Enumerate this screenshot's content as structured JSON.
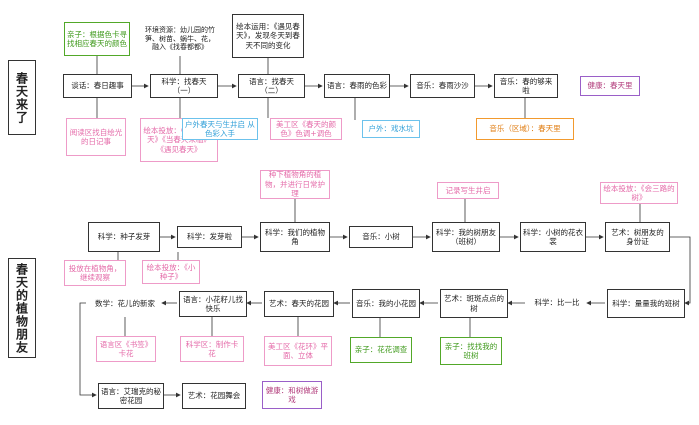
{
  "sections": {
    "spring_came": "春天来了",
    "plant_friends": "春天的植物朋友"
  },
  "row1": {
    "talk": "谈话：春日趣事",
    "sci_find1": "科学：找春天（一）",
    "lang_find2": "语言：找春天（二）",
    "lang_rain": "语言：春雨的色彩",
    "music_rain": "音乐：春雨沙沙",
    "music_come": "音乐：春的够来啦",
    "health": "健康：春天里",
    "env": "环境资源：幼儿园的竹笋、树苗、蜗牛、花，融入《找春都都》",
    "book_app": "绘本运用：《遇见春天》，发现冬天到春天不同的变化",
    "parent": "亲子：根据色卡寻找相应春天的颜色",
    "outdoor_find": "户外春天与生井启  从色彩入手",
    "art_area": "美工区《春天的颜色》色调+调色",
    "outdoor_water": "户外：戏水坑",
    "music_area": "音乐（区域）：春天里",
    "reading_area": "阅读区找自绘光的日记事",
    "book_pick": "绘本投放：《小牛的春天》《当春天来临》《遇见春天》"
  },
  "row2": {
    "seed": "科学：种子发芽",
    "sprout": "科学：发芽啦",
    "plants": "科学：我们的植物角",
    "tree": "音乐：小树",
    "friend": "科学：我的树朋友（班树）",
    "clothes": "科学：小树的花衣裳",
    "id_card": "艺术：树朋友的身份证",
    "plant_corner": "种下植物角的植物，并进行日常护理",
    "record": "记录写生井启",
    "book_pick2": "绘本投放：《会三路的树》",
    "seed_area": "投放在植物角，继续观察",
    "book_seed": "绘本投放：《小种子》"
  },
  "row3": {
    "math": "数学：花儿的新家",
    "happy": "语言：小花籽儿找快乐",
    "garden": "艺术：春天的花园",
    "music_flower": "音乐：我的小花园",
    "dots": "艺术：斑斑点点的树",
    "compare": "科学：比一比",
    "measure": "科学：量量我的班树",
    "lang_area": "语言区《书签》卡花",
    "sci_area": "科学区：制作卡花",
    "art_flower": "美工区《花环》平面、立体",
    "parent_flower": "亲子：花花调查",
    "parent_tree": "亲子：找找我的班树"
  },
  "row4": {
    "secret": "语言：艾瑞克的秘密花园",
    "gala": "艺术：花园舞会",
    "games": "健康：和树做游戏"
  }
}
